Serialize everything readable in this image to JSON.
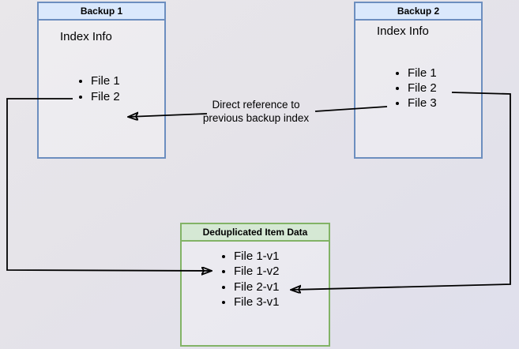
{
  "diagram": {
    "backup1": {
      "title": "Backup 1",
      "index_label": "Index Info",
      "files": [
        "File 1",
        "File 2"
      ]
    },
    "backup2": {
      "title": "Backup 2",
      "index_label": "Index Info",
      "files": [
        "File 1",
        "File 2",
        "File 3"
      ]
    },
    "dedup": {
      "title": "Deduplicated Item Data",
      "files": [
        "File 1-v1",
        "File 1-v2",
        "File 2-v1",
        "File 3-v1"
      ]
    },
    "annotation": {
      "line1": "Direct reference to",
      "line2": "previous backup index"
    }
  },
  "colors": {
    "blue_border": "#6c8ebf",
    "blue_fill": "#dae8fc",
    "green_border": "#82b366",
    "green_fill": "#d5e8d4",
    "arrow": "#000000",
    "background": "#e5e4ea"
  }
}
